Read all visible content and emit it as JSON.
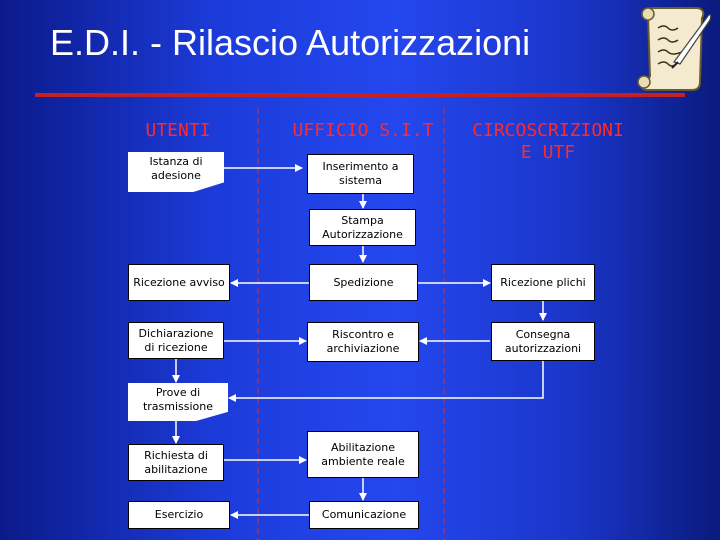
{
  "title": "E.D.I. - Rilascio Autorizzazioni",
  "columns": {
    "utenti": "UTENTI",
    "ufficio": "UFFICIO S.I.T",
    "circoscrizioni_line1": "CIRCOSCRIZIONI",
    "circoscrizioni_line2": "E UTF"
  },
  "boxes": {
    "istanza": "Istanza di adesione",
    "inserimento": "Inserimento a sistema",
    "stampa": "Stampa Autorizzazione",
    "ricezione_avviso": "Ricezione avviso",
    "spedizione": "Spedizione",
    "ricezione_plichi": "Ricezione plichi",
    "dichiarazione": "Dichiarazione di ricezione",
    "riscontro": "Riscontro e archiviazione",
    "consegna": "Consegna autorizzazioni",
    "prove": "Prove di trasmissione",
    "richiesta": "Richiesta di abilitazione",
    "abilitazione": "Abilitazione ambiente reale",
    "esercizio": "Esercizio",
    "comunicazione": "Comunicazione"
  },
  "colors": {
    "background": "#1c3bd9",
    "title_rule": "#c62020",
    "column_header": "#ff2a2a",
    "lane_divider": "#c03040"
  },
  "icons": {
    "corner": "quill-scroll-icon"
  }
}
